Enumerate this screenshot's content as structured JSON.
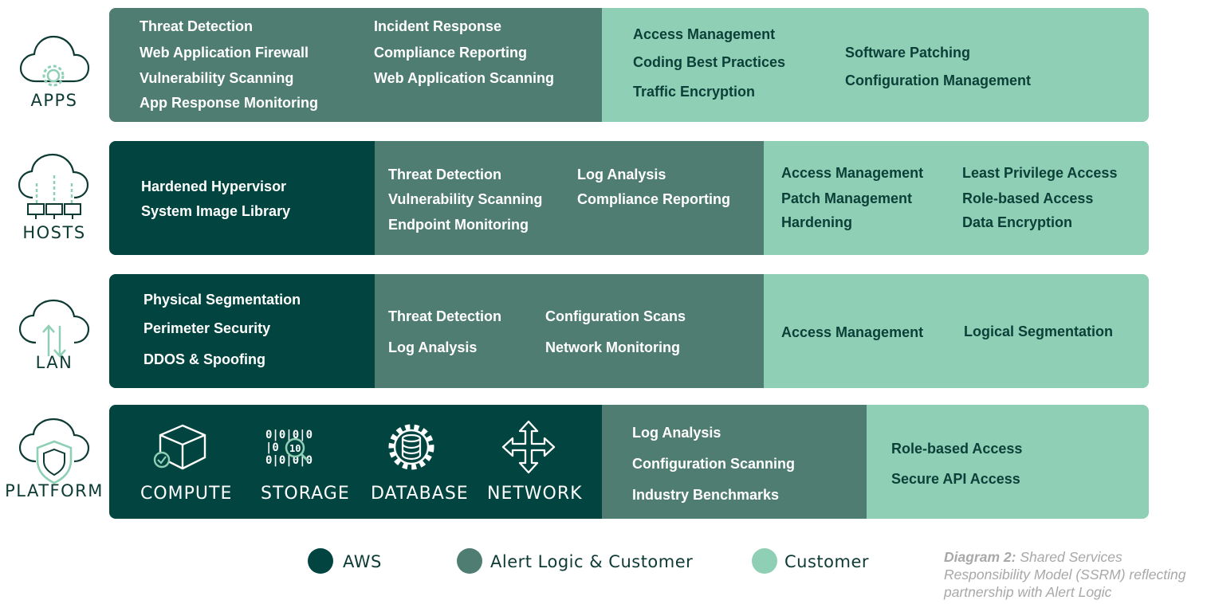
{
  "layers": {
    "apps": {
      "label": "APPS",
      "aws": [],
      "alert_logic_customer": [
        "Threat Detection",
        "Web Application Firewall",
        "Vulnerability Scanning",
        "App Response Monitoring",
        "Incident Response",
        "Compliance Reporting",
        "Web Application Scanning"
      ],
      "customer": [
        "Access Management",
        "Coding Best Practices",
        "Traffic Encryption",
        "Software Patching",
        "Configuration Management"
      ]
    },
    "hosts": {
      "label": "HOSTS",
      "aws": [
        "Hardened Hypervisor",
        "System Image Library"
      ],
      "alert_logic_customer": [
        "Threat Detection",
        "Vulnerability Scanning",
        "Endpoint Monitoring",
        "Log Analysis",
        "Compliance Reporting"
      ],
      "customer": [
        "Access Management",
        "Patch Management",
        "Hardening",
        "Least Privilege Access",
        "Role-based Access",
        "Data Encryption"
      ]
    },
    "lan": {
      "label": "LAN",
      "aws": [
        "Physical Segmentation",
        "Perimeter Security",
        "DDOS & Spoofing"
      ],
      "alert_logic_customer": [
        "Threat Detection",
        "Log Analysis",
        "Configuration Scans",
        "Network Monitoring"
      ],
      "customer": [
        "Access Management",
        "Logical Segmentation"
      ]
    },
    "platform": {
      "label": "PLATFORM",
      "aws": [
        "COMPUTE",
        "STORAGE",
        "DATABASE",
        "NETWORK"
      ],
      "alert_logic_customer": [
        "Log Analysis",
        "Configuration Scanning",
        "Industry Benchmarks"
      ],
      "customer": [
        "Role-based Access",
        "Secure API Access"
      ]
    }
  },
  "legend": [
    {
      "label": "AWS",
      "color": "#024540"
    },
    {
      "label": "Alert Logic & Customer",
      "color": "#507d71"
    },
    {
      "label": "Customer",
      "color": "#8fcfb6"
    }
  ],
  "caption": {
    "bold": "Diagram 2:",
    "rest": " Shared Services Responsibility Model (SSRM) reflecting partnership with Alert Logic"
  },
  "icons": {
    "apps": "cloud-gear-icon",
    "hosts": "cloud-servers-icon",
    "lan": "cloud-arrows-icon",
    "platform": "cloud-shield-icon",
    "compute": "cube-icon",
    "storage": "binary-search-icon",
    "database": "database-gear-icon",
    "network": "arrows-cross-icon"
  },
  "colors": {
    "aws": "#024540",
    "alert_logic_customer": "#507d71",
    "customer": "#8fcfb6"
  }
}
